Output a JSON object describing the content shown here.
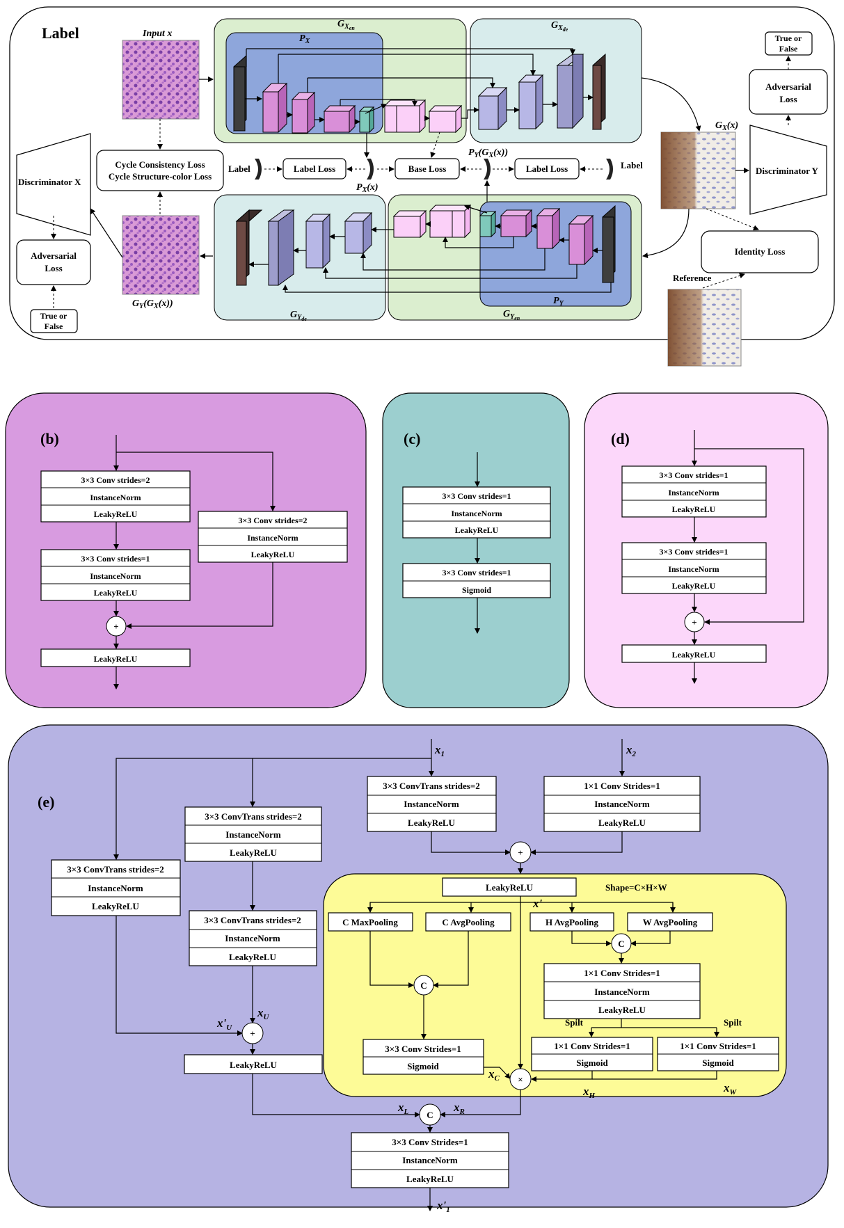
{
  "panel_a": {
    "label": "Label",
    "input_label": "Input x",
    "gx_en": "G_X_en",
    "gx_de": "G_X_de",
    "px": "P_X",
    "gy_en": "G_Y_en",
    "gy_de": "G_Y_de",
    "py": "P_Y",
    "gx_x": "G_X(x)",
    "gy_gx_x": "G_Y(G_X(x))",
    "px_x": "P_X(x)",
    "py_gx_x": "P_Y(G_X(x))",
    "reference": "Reference",
    "true_false": [
      "True or",
      "False"
    ],
    "adversarial_loss": [
      "Adversarial",
      "Loss"
    ],
    "discriminator_x": "Discriminator X",
    "discriminator_y": "Discriminator Y",
    "cycle_losses": [
      "Cycle Consistency Loss",
      "Cycle Structure-color Loss"
    ],
    "label_loss": "Label Loss",
    "base_loss": "Base Loss",
    "identity_loss": "Identity Loss"
  },
  "panel_b": {
    "label": "(b)",
    "block1": [
      "3×3 Conv strides=2",
      "InstanceNorm",
      "LeakyReLU"
    ],
    "block2": [
      "3×3 Conv strides=1",
      "InstanceNorm",
      "LeakyReLU"
    ],
    "skip": [
      "3×3 Conv strides=2",
      "InstanceNorm",
      "LeakyReLU"
    ],
    "add": "+",
    "out": "LeakyReLU"
  },
  "panel_c": {
    "label": "(c)",
    "block1": [
      "3×3 Conv strides=1",
      "InstanceNorm",
      "LeakyReLU"
    ],
    "block2": [
      "3×3 Conv strides=1",
      "Sigmoid"
    ]
  },
  "panel_d": {
    "label": "(d)",
    "block1": [
      "3×3 Conv strides=1",
      "InstanceNorm",
      "LeakyReLU"
    ],
    "block2": [
      "3×3 Conv strides=1",
      "InstanceNorm",
      "LeakyReLU"
    ],
    "add": "+",
    "out": "LeakyReLU"
  },
  "panel_e": {
    "label": "(e)",
    "x1": "x1",
    "x2": "x2",
    "ct_a": [
      "3×3 ConvTrans strides=2",
      "InstanceNorm",
      "LeakyReLU"
    ],
    "ct_b": [
      "3×3 ConvTrans strides=2",
      "InstanceNorm",
      "LeakyReLU"
    ],
    "ct_c": [
      "3×3 ConvTrans strides=2",
      "InstanceNorm",
      "LeakyReLU"
    ],
    "ct_d": [
      "3×3 ConvTrans strides=2",
      "InstanceNorm",
      "LeakyReLU"
    ],
    "conv_x2": [
      "1×1 Conv Strides=1",
      "InstanceNorm",
      "LeakyReLU"
    ],
    "attn_relu": "LeakyReLU",
    "shape": "Shape=C×H×W",
    "xprime": "x'",
    "cmax": "C MaxPooling",
    "cavg": "C AvgPooling",
    "havg": "H AvgPooling",
    "wavg": "W AvgPooling",
    "concat": "C",
    "hw_conv": [
      "1×1 Conv Strides=1",
      "InstanceNorm",
      "LeakyReLU"
    ],
    "spilt": "Spilt",
    "h_branch": [
      "1×1 Conv Strides=1",
      "Sigmoid"
    ],
    "w_branch": [
      "1×1 Conv Strides=1",
      "Sigmoid"
    ],
    "c_branch": [
      "3×3 Conv Strides=1",
      "Sigmoid"
    ],
    "mul": "×",
    "xc": "xC",
    "xh": "xH",
    "xw": "xW",
    "xu": "xU",
    "xu_prime": "x'U",
    "left_relu": "LeakyReLU",
    "xl": "xL",
    "xr": "xR",
    "final": [
      "3×3 Conv Strides=1",
      "InstanceNorm",
      "LeakyReLU"
    ],
    "x1_prime": "x'1"
  },
  "colors": {
    "panel_a_green": "#dbeecf",
    "panel_a_teal": "#d8ecec",
    "panel_a_blue": "#8ea6db",
    "panel_b": "#d89be0",
    "panel_c": "#9ccfcf",
    "panel_d": "#fcd7fa",
    "panel_e": "#b6b3e3",
    "attention": "#fdfb97"
  }
}
